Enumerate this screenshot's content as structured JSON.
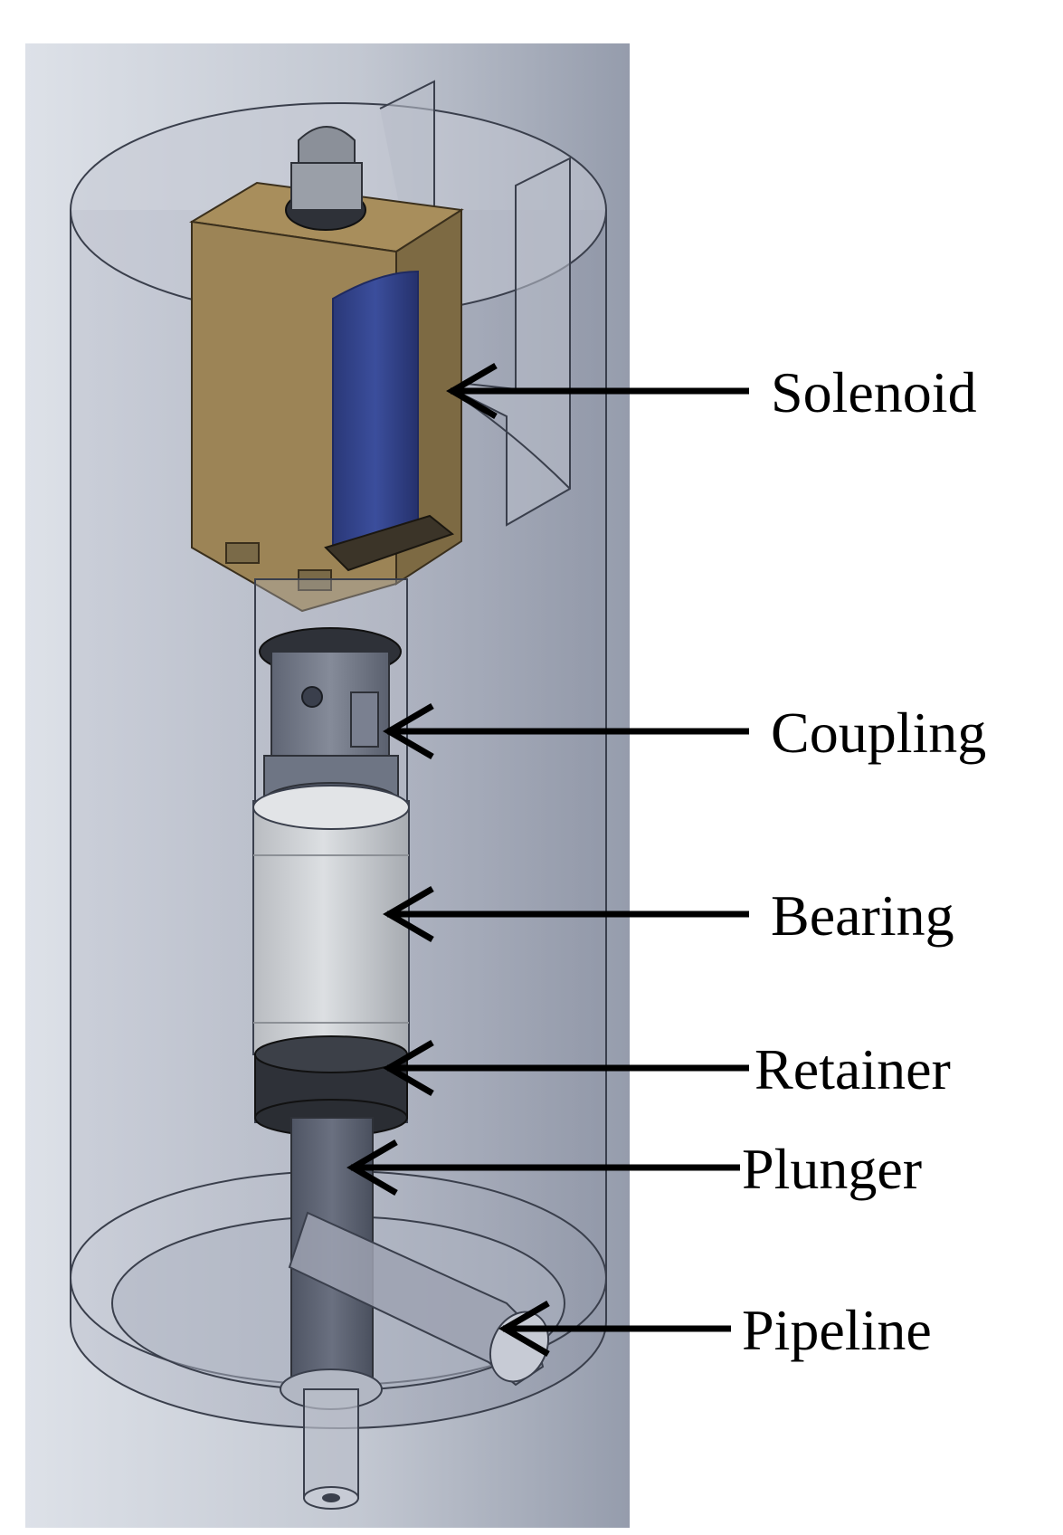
{
  "colors": {
    "background_left": "#d7dce4",
    "background_right": "#8f96a6",
    "housing_fill": "#a9aebd",
    "housing_stroke": "#3a3f4c",
    "solenoid_frame": "#9c8456",
    "solenoid_frame_dark": "#7d6a43",
    "coil": "#34448c",
    "coil_dark": "#1f2a60",
    "coupling": "#6e7584",
    "bearing": "#cfd2d6",
    "retainer": "#2e3138",
    "plunger": "#5e6474",
    "pipeline": "#9da2b1",
    "arrow": "#000000",
    "label": "#000000"
  },
  "labels": {
    "solenoid": "Solenoid",
    "coupling": "Coupling",
    "bearing": "Bearing",
    "retainer": "Retainer",
    "plunger": "Plunger",
    "pipeline": "Pipeline"
  }
}
